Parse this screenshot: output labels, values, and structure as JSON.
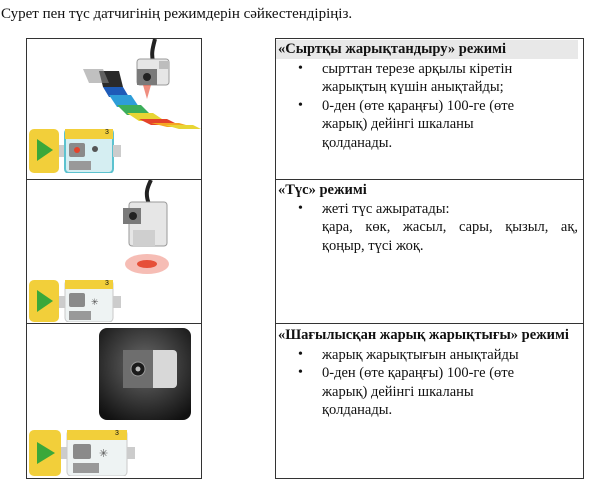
{
  "instruction": "Сурет пен түс датчигінің режимдерін сәйкестендіріңіз.",
  "modes": [
    {
      "title": "«Сыртқы жарықтандыру» режимі",
      "bullets": [
        "сырттан терезе арқылы кіретін жарықтың күшін анықтайды;",
        "0-ден (өте қараңғы) 100-ге (өте жарық) дейінгі шкаланы қолданады."
      ]
    },
    {
      "title": "«Түс» режимі",
      "bullets": [
        "жеті түс ажыратады:"
      ],
      "continuation": "қара, көк, жасыл, сары, қызыл, ақ, қоңыр, түсі жоқ."
    },
    {
      "title": "«Шағылысқан жарық жарықтығы» режимі",
      "bullets": [
        "жарық жарықтығын анықтайды",
        "0-ден (өте қараңғы) 100-ге (өте жарық) дейінгі шкаланы қолданады."
      ]
    }
  ],
  "program_blocks": [
    {
      "port": "3"
    },
    {
      "port": "3"
    },
    {
      "port": "3"
    }
  ],
  "colors": {
    "start_green": "#3aa83a",
    "block_yellow": "#f2cf3a",
    "sensor_block": "#d5eef2",
    "sensor_border": "#5cc2cf",
    "strip": [
      "#2a2a2a",
      "#1e5bb8",
      "#2e9dd8",
      "#3cae5a",
      "#e8d534",
      "#e4432a",
      "#f5a623"
    ]
  }
}
